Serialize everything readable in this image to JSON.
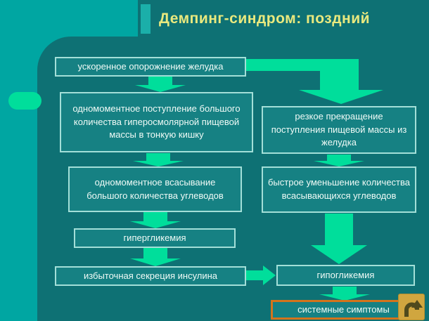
{
  "slide": {
    "title": "Демпинг-синдром: поздний"
  },
  "colors": {
    "background": "#00A6A2",
    "panel": "#0E7174",
    "box_fill": "#168183",
    "box_border": "#A3DFD8",
    "box_text": "#F0FBF7",
    "arrow_green": "#00DE9B",
    "title_text": "#E9E97E",
    "highlight_border_orange": "#D4741C",
    "return_button_gold": "#D0A63F",
    "return_arrow_dark": "#4F4A1D"
  },
  "nodes": {
    "left": [
      {
        "label": "ускоренное опорожнение желудка"
      },
      {
        "label": "одномоментное поступление большого количества гиперосмолярной пищевой массы в тонкую кишку"
      },
      {
        "label": "одномоментное всасывание большого количества углеводов"
      },
      {
        "label": "гипергликемия"
      },
      {
        "label": "избыточная секреция инсулина"
      }
    ],
    "right": [
      {
        "label": "резкое прекращение поступления пищевой массы из желудка"
      },
      {
        "label": "быстрое уменьшение количества всасывающихся углеводов"
      },
      {
        "label": "гипогликемия"
      },
      {
        "label": "системные симптомы"
      }
    ]
  },
  "icons": {
    "return_button": "u-turn-return-arrow"
  }
}
